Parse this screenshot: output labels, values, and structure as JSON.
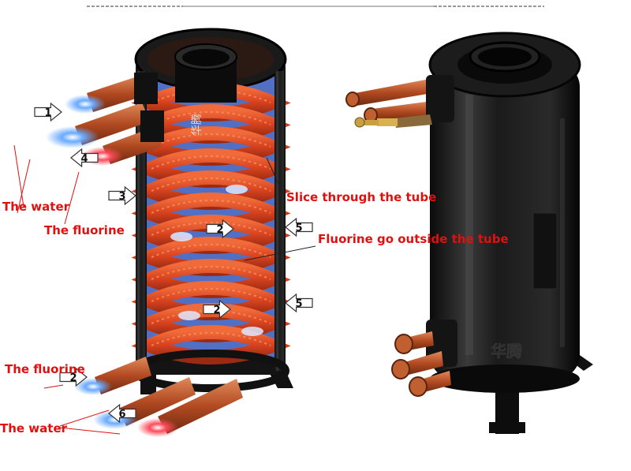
{
  "labels": {
    "water_top": "The water",
    "fluorine_top": "The fluorine",
    "slice_tube": "Slice through the tube",
    "fluorine_outside": "Fluorine go outside the tube",
    "fluorine_bottom": "The fluorine",
    "water_bottom": "The water"
  },
  "markers": [
    "1",
    "2",
    "3",
    "4",
    "5",
    "6"
  ],
  "brand_mark": "华腾",
  "colors": {
    "label_red": "#e01010",
    "label_dark": "#111111",
    "coil": "#e0522a",
    "copper": "#b8502a",
    "shell": "#151515",
    "water_flow": "#5aa0ff",
    "fluorine_flow": "#ff3a4a"
  }
}
